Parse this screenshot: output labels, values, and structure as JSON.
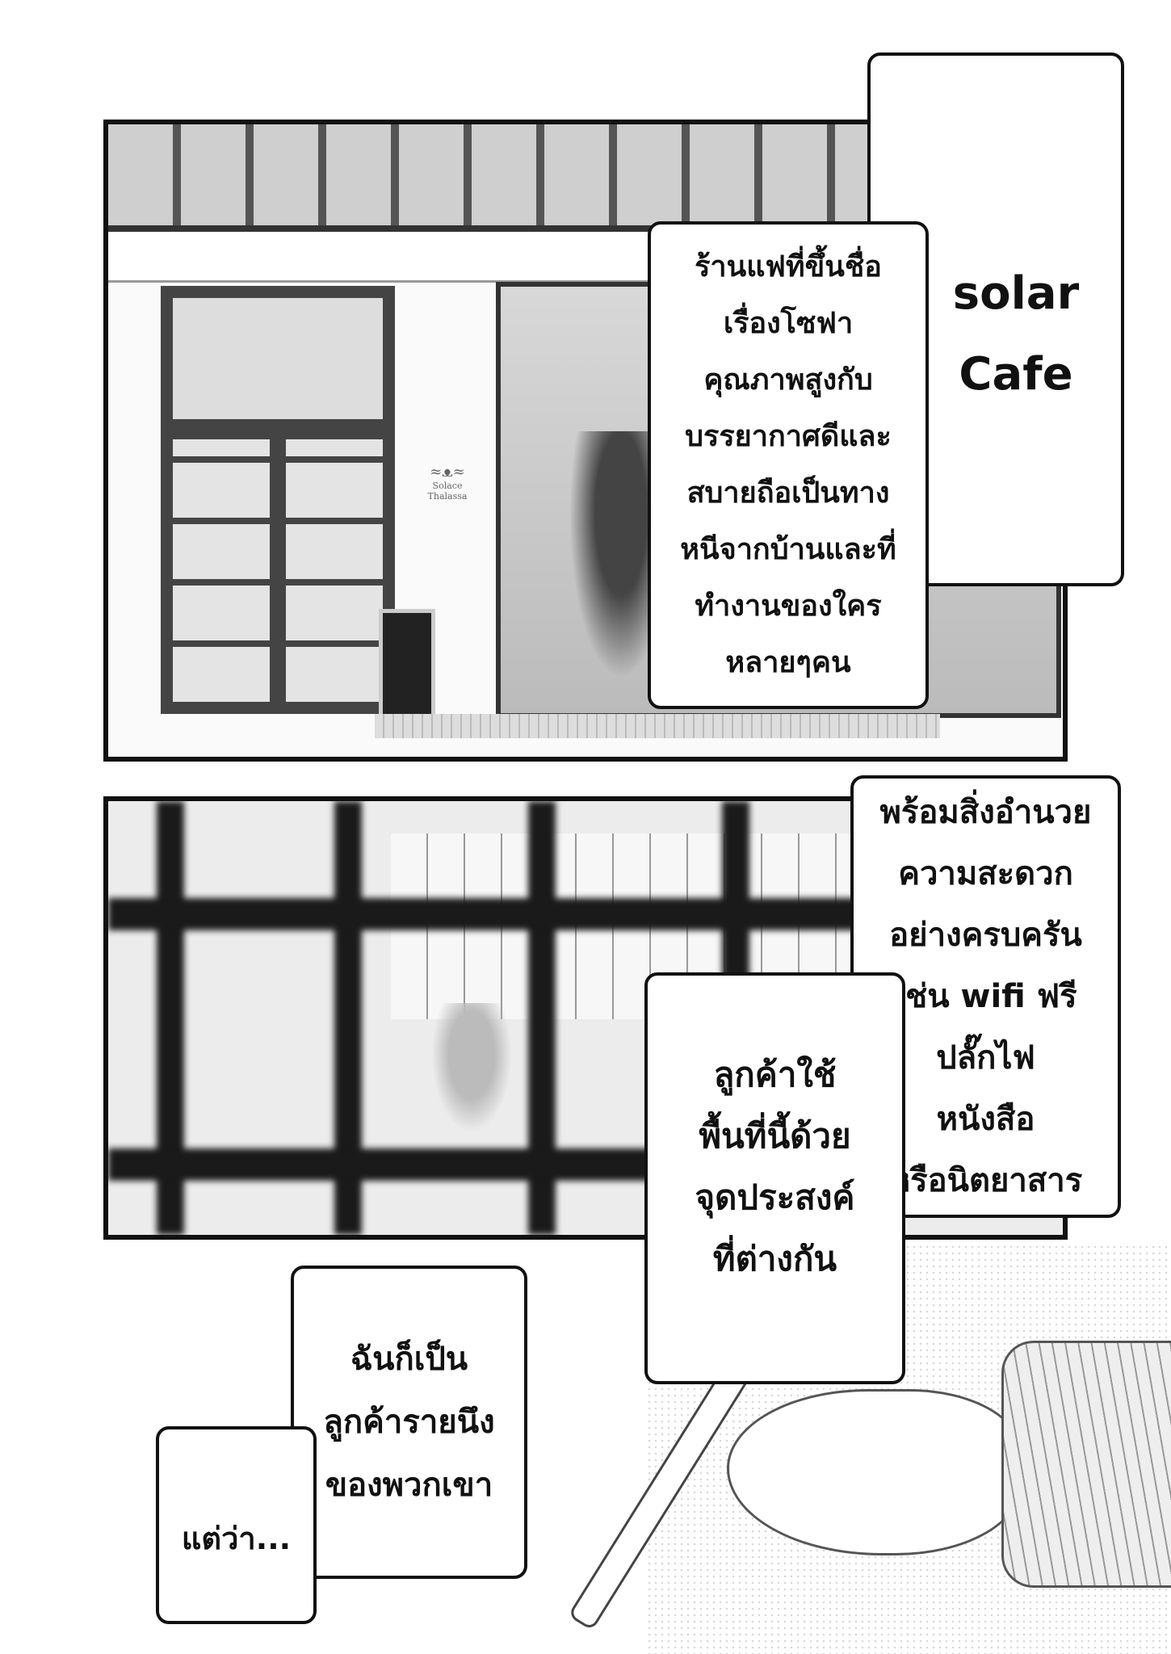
{
  "page": {
    "panel1": {
      "sign_text": [
        "Solace",
        "Thalassa"
      ],
      "title_box": {
        "lines": [
          "solar",
          "Cafe"
        ]
      },
      "caption_box": {
        "lines": [
          "ร้านแฟที่ขึ้นชื่อ",
          "เรื่องโซฟา",
          "คุณภาพสูงกับ",
          "บรรยากาศดีและ",
          "สบายถือเป็นทาง",
          "หนีจากบ้านและที่",
          "ทำงานของใคร",
          "หลายๆคน"
        ]
      }
    },
    "panel2": {
      "amenities_box": {
        "lines": [
          "พร้อมสิ่งอำนวย",
          "ความสะดวก",
          "อย่างครบครัน",
          "เช่น wifi ฟรี",
          "ปลั๊กไฟ",
          "หนังสือ",
          "หรือนิตยาสาร"
        ]
      },
      "customers_box": {
        "lines": [
          "ลูกค้าใช้",
          "พื้นที่นี้ด้วย",
          "จุดประสงค์",
          "ที่ต่างกัน"
        ]
      }
    },
    "bottom": {
      "narration_box": {
        "lines": [
          "ฉันก็เป็น",
          "ลูกค้ารายนึง",
          "ของพวกเขา"
        ]
      },
      "but_box": {
        "lines": [
          "แต่ว่า..."
        ]
      }
    }
  }
}
